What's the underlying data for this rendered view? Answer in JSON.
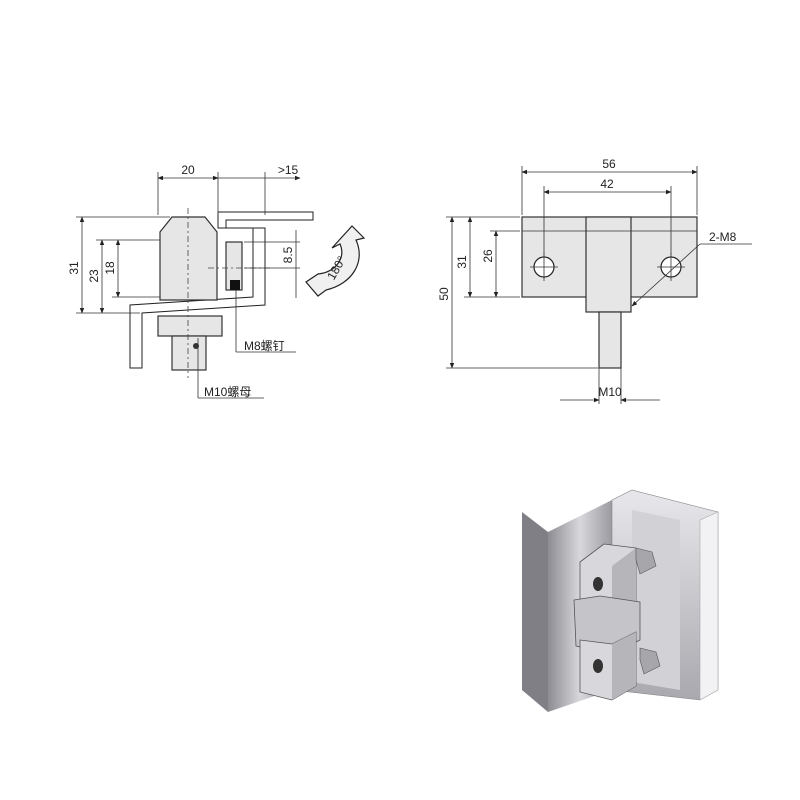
{
  "left_view": {
    "dim_width": "20",
    "dim_clearance": ">15",
    "dim_height_total": "31",
    "dim_height_mid": "23",
    "dim_height_inner": "18",
    "dim_offset": "8.5",
    "rotation_angle": "180°",
    "label_screw": "M8螺钉",
    "label_nut": "M10螺母"
  },
  "right_view": {
    "dim_overall_width": "56",
    "dim_hole_spacing": "42",
    "dim_height_total": "50",
    "dim_height_body": "31",
    "dim_height_inner": "26",
    "label_holes": "2-M8",
    "label_thread": "M10"
  },
  "colors": {
    "line": "#222222",
    "part_fill": "#e6e6e6",
    "photo_metal": "#b9b9bd"
  }
}
